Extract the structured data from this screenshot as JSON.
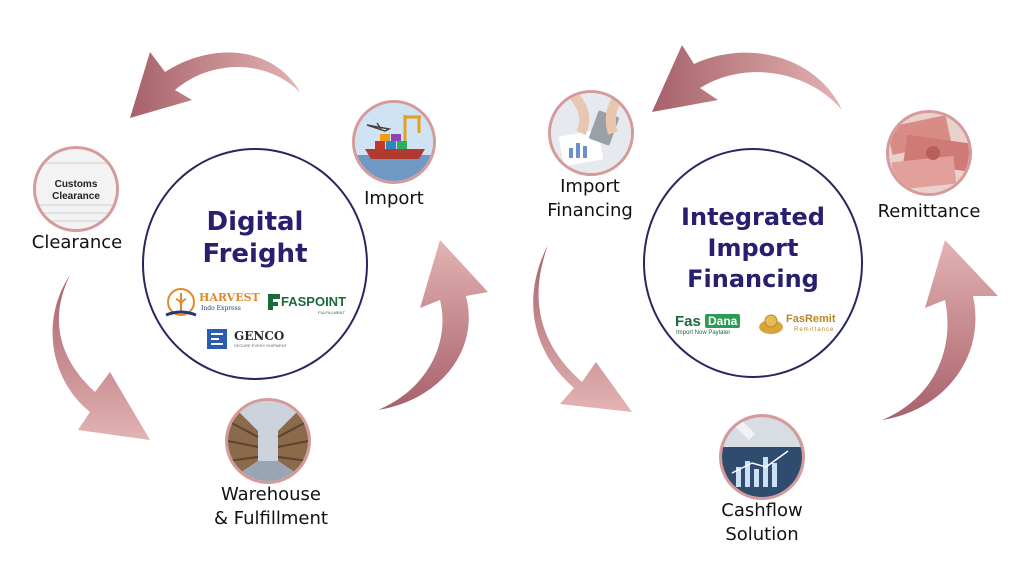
{
  "colors": {
    "arrow_light": "#e3b3b3",
    "arrow_dark": "#a7616a",
    "circle_border": "#2a2660",
    "title_color": "#28206e",
    "photo_border": "#d79a9a"
  },
  "left_cycle": {
    "title_line1": "Digital",
    "title_line2": "Freight",
    "logos": {
      "harvest": {
        "name": "HARVEST",
        "tagline": "Indo Express"
      },
      "faspoint": {
        "name": "FASPOINT",
        "tagline": "FULFILLMENT"
      },
      "genco": {
        "name": "GENCO",
        "tagline": "SECURE EVERY SHIPMENT"
      }
    },
    "nodes": {
      "import": {
        "label": "Import"
      },
      "clearance": {
        "label": "Clearance",
        "photo_text_line1": "Customs",
        "photo_text_line2": "Clearance"
      },
      "warehouse": {
        "label_line1": "Warehouse",
        "label_line2": "& Fulfillment"
      }
    }
  },
  "right_cycle": {
    "title_line1": "Integrated",
    "title_line2": "Import",
    "title_line3": "Financing",
    "logos": {
      "fasdana": {
        "name_part1": "Fas",
        "name_part2": "Dana",
        "tagline": "Import Now Paylater"
      },
      "fasremit": {
        "name": "FasRemit",
        "tagline": "Remittance"
      }
    },
    "nodes": {
      "import_financing": {
        "label_line1": "Import",
        "label_line2": "Financing"
      },
      "remittance": {
        "label": "Remittance"
      },
      "cashflow": {
        "label_line1": "Cashflow",
        "label_line2": "Solution"
      }
    }
  }
}
